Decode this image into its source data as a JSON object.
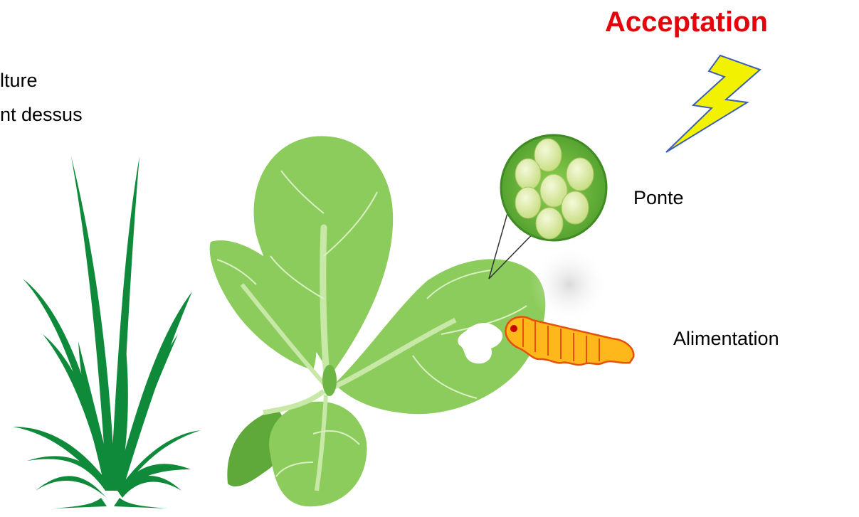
{
  "title": "Acceptation",
  "left_text": [
    "lture",
    "nt dessus"
  ],
  "labels": {
    "ponte": "Ponte",
    "alimentation": "Alimentation"
  },
  "colors": {
    "title": "#e8000b",
    "grass": "#0f8a3a",
    "leaf": "#8ccc5c",
    "leaf_dark": "#5fa83a",
    "vein": "#d9f0c2",
    "lightning": "#f2f200",
    "lightning_stroke": "#3d5fb5",
    "caterpillar": "#ffb81c",
    "caterpillar_stroke": "#e8500a",
    "egg": "#d8ea9c"
  },
  "icons": {
    "lightning": "lightning-bolt-icon",
    "grass": "grass-plant-icon",
    "cabbage": "cabbage-plant-icon",
    "eggs": "egg-cluster-icon",
    "caterpillar": "caterpillar-icon"
  }
}
